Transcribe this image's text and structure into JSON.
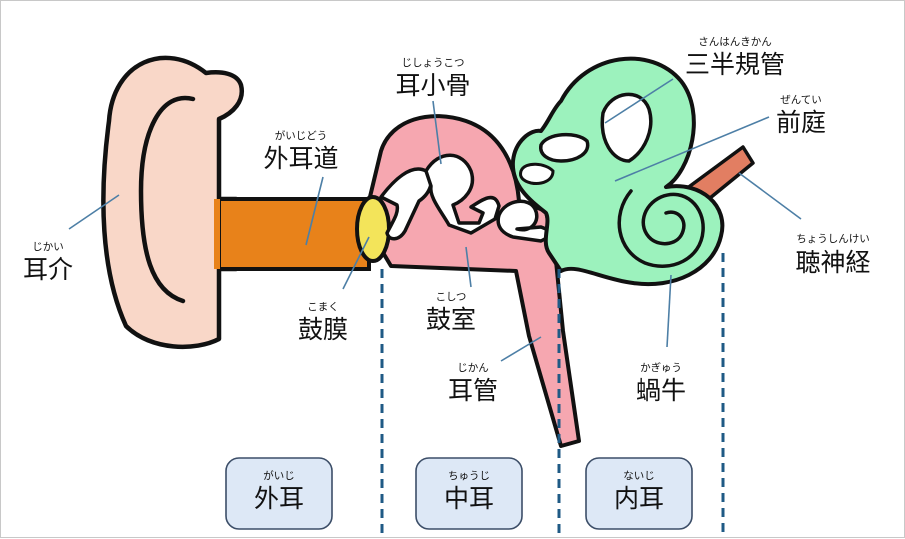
{
  "labels": {
    "ear_canal": {
      "ruby": "がいじどう",
      "text": "外耳道"
    },
    "auricle": {
      "ruby": "じかい",
      "text": "耳介"
    },
    "eardrum": {
      "ruby": "こまく",
      "text": "鼓膜"
    },
    "ossicles": {
      "ruby": "じしょうこつ",
      "text": "耳小骨"
    },
    "tympanic_cavity": {
      "ruby": "こしつ",
      "text": "鼓室"
    },
    "eustachian_tube": {
      "ruby": "じかん",
      "text": "耳管"
    },
    "semicircular_canals": {
      "ruby": "さんはんきかん",
      "text": "三半規管"
    },
    "vestibule": {
      "ruby": "ぜんてい",
      "text": "前庭"
    },
    "auditory_nerve": {
      "ruby": "ちょうしんけい",
      "text": "聴神経"
    },
    "cochlea": {
      "ruby": "かぎゅう",
      "text": "蝸牛"
    }
  },
  "sections": {
    "outer": {
      "ruby": "がいじ",
      "text": "外耳"
    },
    "middle": {
      "ruby": "ちゅうじ",
      "text": "中耳"
    },
    "inner": {
      "ruby": "ないじ",
      "text": "内耳"
    }
  },
  "colors": {
    "auricle": "#f9d7c8",
    "canal": "#e8821a",
    "eardrum": "#f3e45a",
    "middle_ear": "#f6a7b0",
    "inner_ear": "#9cf2bd",
    "nerve": "#e27e62",
    "section_box": "#dde8f6"
  }
}
